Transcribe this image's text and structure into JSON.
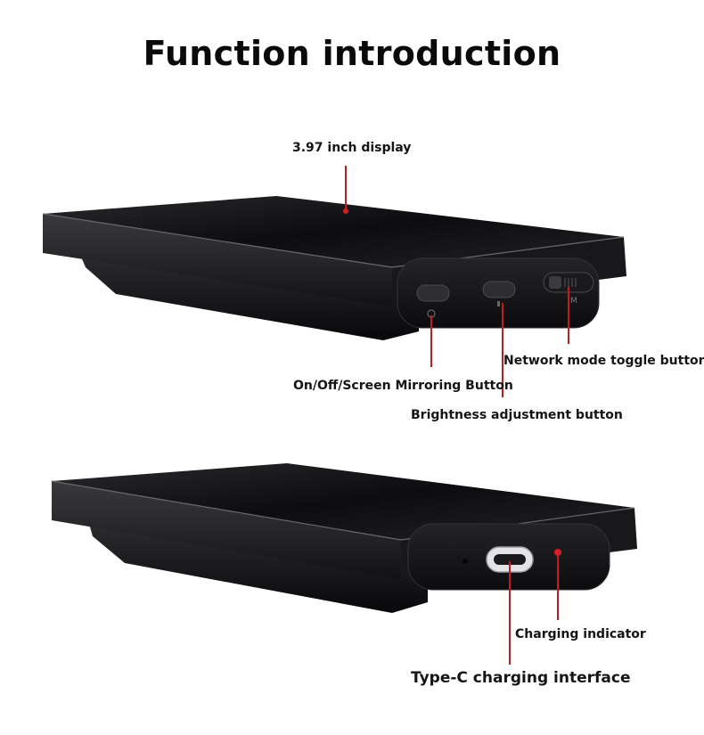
{
  "title": "Function introduction",
  "labels": {
    "display": "3.97 inch display",
    "network": "Network mode toggle button",
    "power": "On/Off/Screen Mirroring Button",
    "brightness": "Brightness adjustment button",
    "charging_indicator": "Charging indicator",
    "typec": "Type-C charging interface"
  },
  "device_markings": {
    "switch_mode_letter": "M"
  },
  "colors": {
    "callout_line": "#c61a20",
    "device_body": "#1b1b1d",
    "indicator_light": "#d81e24"
  }
}
